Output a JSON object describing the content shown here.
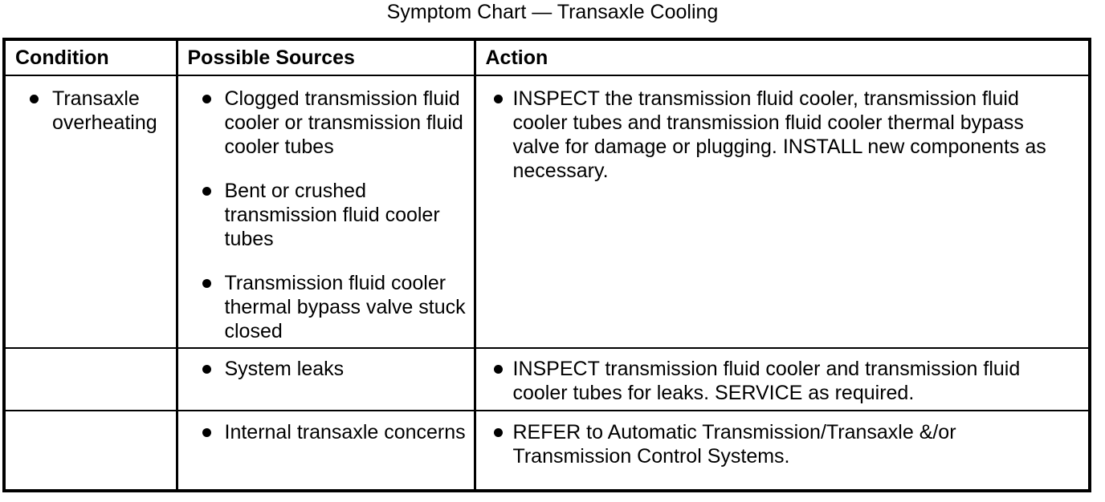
{
  "title": "Symptom Chart — Transaxle Cooling",
  "icons": {
    "bullet": "filled-circle"
  },
  "table": {
    "headers": [
      "Condition",
      "Possible Sources",
      "Action"
    ],
    "rows": [
      {
        "condition": [
          "Transaxle overheating"
        ],
        "sources": [
          "Clogged transmission fluid cooler or transmission fluid cooler tubes",
          "Bent or crushed transmission fluid cooler tubes",
          "Transmission fluid cooler thermal bypass valve stuck closed"
        ],
        "actions": [
          "INSPECT the transmission fluid cooler, transmission fluid cooler tubes and transmission fluid cooler thermal bypass valve for damage or plugging. INSTALL new components as necessary."
        ]
      },
      {
        "condition": [],
        "sources": [
          "System leaks"
        ],
        "actions": [
          "INSPECT transmission fluid cooler and transmission fluid cooler tubes for leaks. SERVICE as required."
        ]
      },
      {
        "condition": [],
        "sources": [
          "Internal transaxle concerns"
        ],
        "actions": [
          "REFER to Automatic Transmission/Transaxle &/or Transmission Control Systems."
        ]
      }
    ]
  }
}
